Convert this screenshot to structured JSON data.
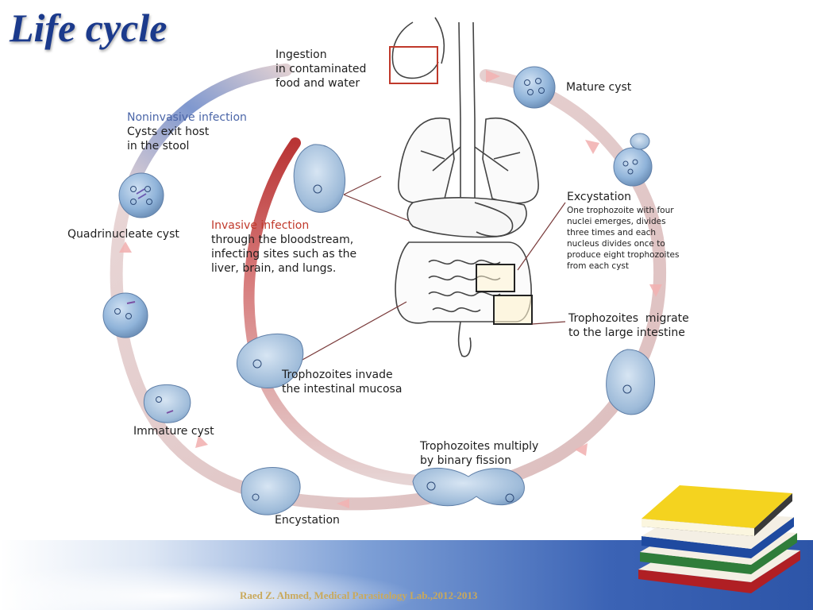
{
  "slide": {
    "title": "Life cycle",
    "footer": "Raed Z. Ahmed, Medical Parasitology Lab.,2012-2013"
  },
  "labels": {
    "ingestion": [
      "Ingestion",
      "in contaminated",
      "food and water"
    ],
    "mature_cyst": "Mature cyst",
    "noninvasive_heading": "Noninvasive infection",
    "noninvasive_body": [
      "Cysts exit host",
      "in the stool"
    ],
    "quadrinucleate_cyst": "Quadrinucleate cyst",
    "invasive_heading": "Invasive infection",
    "invasive_body": [
      "through the bloodstream,",
      "infecting sites such as the",
      "liver, brain, and lungs."
    ],
    "excystation_heading": "Excystation",
    "excystation_body": [
      "One trophozoite with four",
      "nuclei emerges, divides",
      "three times and each",
      "nucleus divides once to",
      "produce eight trophozoites",
      "from each cyst"
    ],
    "trophozoites_migrate": [
      "Trophozoites  migrate",
      "to the large intestine"
    ],
    "trophozoites_invade": [
      "Trophozoites invade",
      "the intestinal mucosa"
    ],
    "immature_cyst": "Immature cyst",
    "trophozoites_multiply": [
      "Trophozoites multiply",
      "by binary fission"
    ],
    "encystation": "Encystation"
  },
  "colors": {
    "title": "#1b3a8c",
    "cycle_ring": "#e2c9c9",
    "noninvasive_blue": "#4b66a8",
    "invasive_red": "#c0392b",
    "cyst_fill": "#8fb3d9",
    "footer_blue": "#3b63b5",
    "footer_text": "#c9a95c"
  }
}
